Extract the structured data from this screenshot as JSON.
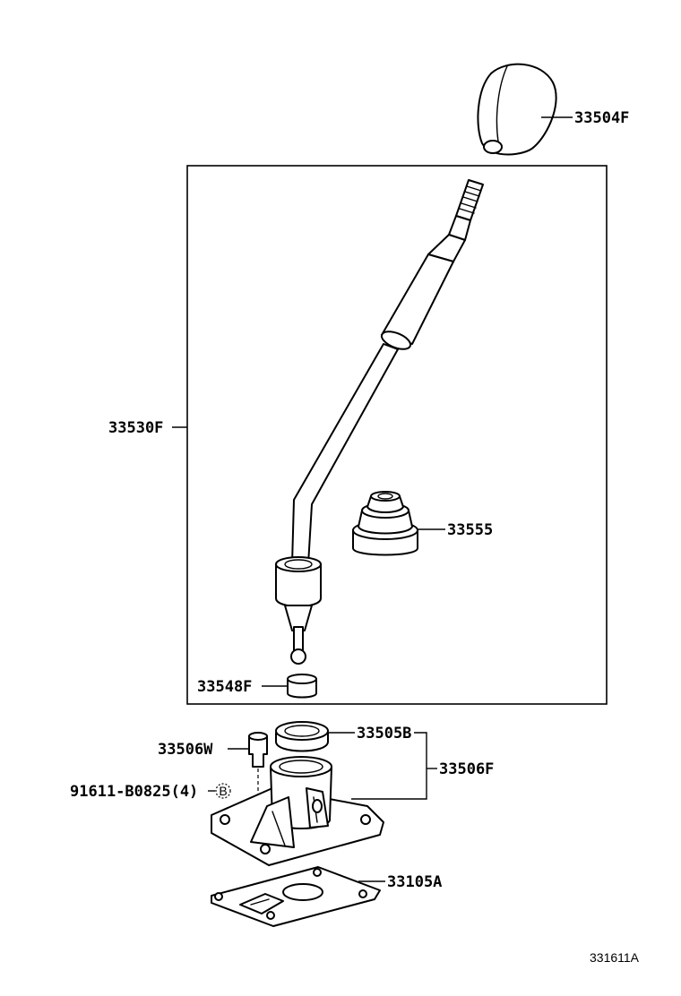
{
  "diagram": {
    "parts": {
      "shift_knob": "33504F",
      "shift_lever_assy": "33530F",
      "lever_boot": "33555",
      "lever_seat": "33548F",
      "lever_bushing": "33506W",
      "lever_seat_retainer": "33505B",
      "lever_retainer_assy": "33506F",
      "bolt": "91611-B0825(4)",
      "bolt_marker": "B",
      "gasket": "33105A"
    },
    "illustration_code": "331611A"
  }
}
